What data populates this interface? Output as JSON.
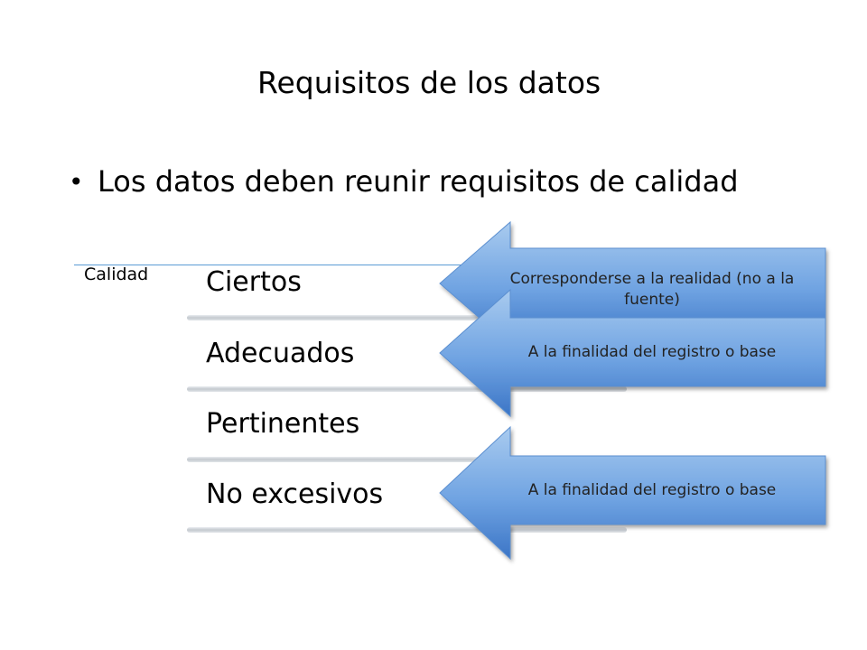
{
  "slide": {
    "title": "Requisitos de los datos",
    "bullet": "Los datos deben reunir requisitos de calidad",
    "group_label": "Calidad",
    "items": [
      "Ciertos",
      "Adecuados",
      "Pertinentes",
      "No excesivos"
    ],
    "arrows": [
      "Corresponderse a la realidad  (no a la fuente)",
      "A la finalidad del registro o base",
      "A la finalidad del registro o base"
    ],
    "colors": {
      "arrow_light": "#9dc3ea",
      "arrow_dark": "#3d78c9",
      "line": "#5b9bd5"
    }
  }
}
